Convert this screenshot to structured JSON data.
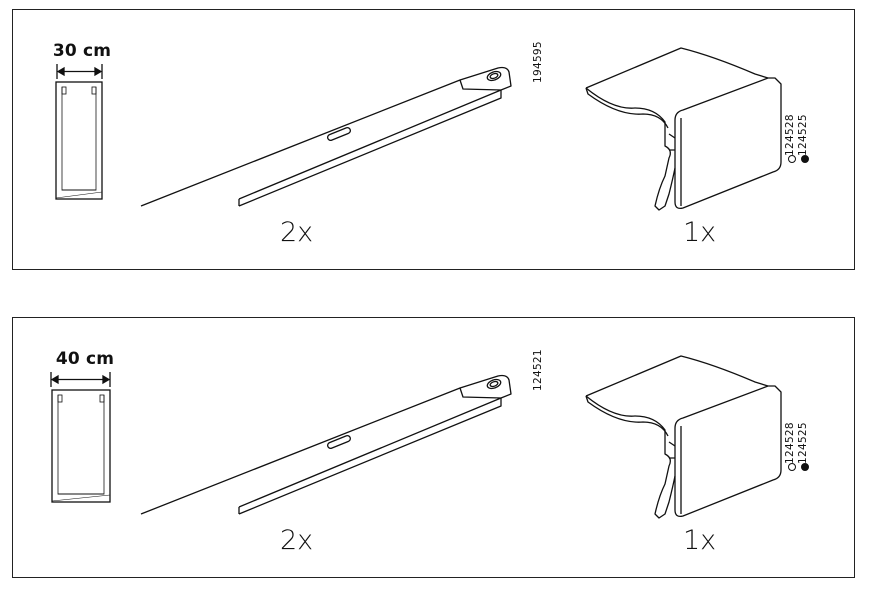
{
  "panels": [
    {
      "width_label": "30 cm",
      "rail_quantity": "2x",
      "rail_part_number": "194595",
      "cap_quantity": "1x",
      "cap_part_numbers": [
        {
          "number": "124528",
          "marker": "white-circle"
        },
        {
          "number": "124525",
          "marker": "black-circle"
        }
      ]
    },
    {
      "width_label": "40 cm",
      "rail_quantity": "2x",
      "rail_part_number": "124521",
      "cap_quantity": "1x",
      "cap_part_numbers": [
        {
          "number": "124528",
          "marker": "white-circle"
        },
        {
          "number": "124525",
          "marker": "black-circle"
        }
      ]
    }
  ]
}
